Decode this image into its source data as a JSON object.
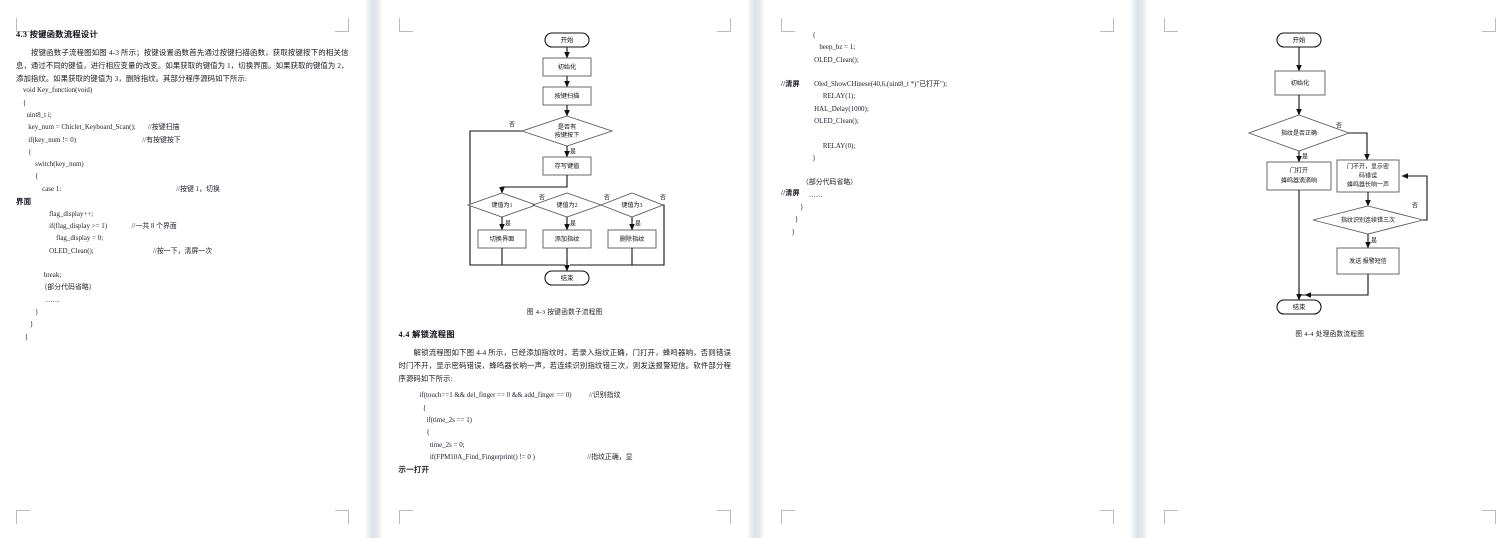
{
  "document": {
    "view": "print-layout-multipage",
    "page_gap_color": "#dde3e9",
    "page_color": "#ffffff"
  },
  "page1": {
    "heading": "4.3  按键函数流程设计",
    "paragraph": "按键函数子流程图如图 4-3 所示；按键设置函数首先通过按键扫描函数，获取按键按下的相关信息，通过不同的键值，进行相应变量的改变。如果获取的键值为 1，切换界面。如果获取的键值为 2，添加指纹。如果获取的键值为 3，删除指纹。其部分程序源码如下所示:",
    "code_lines": [
      "    void Key_function(void)",
      "    {",
      "      uint8_t i;",
      "       key_num = Chiclet_Keyboard_Scan();       //按键扫描",
      "       if(key_num != 0)                                      //有按键按下",
      "       {",
      "           switch(key_num)",
      "           {",
      "               case 1:                                                                  //按键 1，切换"
    ],
    "overflow_word": "界面",
    "code_lines2": [
      "                   flag_display++;",
      "                   if(flag_display >= 1)              //一共 8 个界面",
      "                       flag_display = 0;",
      "                   OLED_Clean();                                  //按一下，清屏一次",
      "",
      "                break;",
      "              （部分代码省略）",
      "                 ……",
      "           }",
      "        }",
      "     }"
    ]
  },
  "page2": {
    "figure_caption": "图 4-3   按键函数子流程图",
    "heading": "4.4  解锁流程图",
    "paragraph": "解锁流程图如下图 4-4 所示，已经添加指纹时，若录入指纹正确，门打开，蜂鸣器响，否则错误时门不开，显示密码错误，蜂鸣器长响一声，若连续识别指纹错三次，则发送报警短信。软件部分程序源码如下所示:",
    "code_lines": [
      "            if(touch==1 && del_finger == 0 && add_finger == 0)          //识别指纹",
      "              {",
      "                if(time_2s == 1)",
      "                {",
      "                  time_2s = 0;",
      "                  if(FPM10A_Find_Fingerprint() != 0 )                              //指纹正确，显"
    ],
    "overflow_word": "示一打开",
    "flowchart": {
      "title": "按键函数子流程图",
      "nodes": {
        "start": "开始",
        "init": "初始化",
        "scan": "按键扫描",
        "decision_pressed": "是否有\n按键按下",
        "read_key": "存写键值",
        "d1": "键值为1",
        "d2": "键值为2",
        "d3": "键值为3",
        "a1": "切换界面",
        "a2": "添加指纹",
        "a3": "删除指纹",
        "end": "结束"
      },
      "edge_labels": {
        "yes": "是",
        "no": "否"
      }
    }
  },
  "page3": {
    "code_lines": [
      "                  {",
      "                      beep_bz = 1;",
      "                   OLED_Clean();",
      "",
      "                   Oled_ShowCHinese(40,6,(uint8_t *)\"已打开\");",
      "                        RELAY(1);",
      "                   HAL_Delay(1000);",
      "                   OLED_Clean();",
      "",
      "                        RELAY(0);",
      "                  }",
      "",
      "            （部分代码省略）",
      "                ……",
      "           }",
      "        }",
      "      }"
    ],
    "comment_clear_1": "//清屏",
    "comment_clear_2": "//清屏"
  },
  "page4": {
    "figure_caption": "图 4-4   处理函数流程图",
    "flowchart": {
      "title": "处理函数流程图",
      "nodes": {
        "start": "开始",
        "init": "初始化",
        "decision_fp": "指纹是否正确",
        "ok_box_l1": "门打开",
        "ok_box_l2": "蜂鸣器滴滴响",
        "fail_box_l1": "门不开，显示密",
        "fail_box_l2": "码错误",
        "fail_box_l3": "蜂鸣器长响一声",
        "decision_three": "指纹识别连续错三次",
        "sms": "发送 报警短信",
        "end": "结束"
      },
      "edge_labels": {
        "yes": "是",
        "no": "否"
      }
    }
  }
}
